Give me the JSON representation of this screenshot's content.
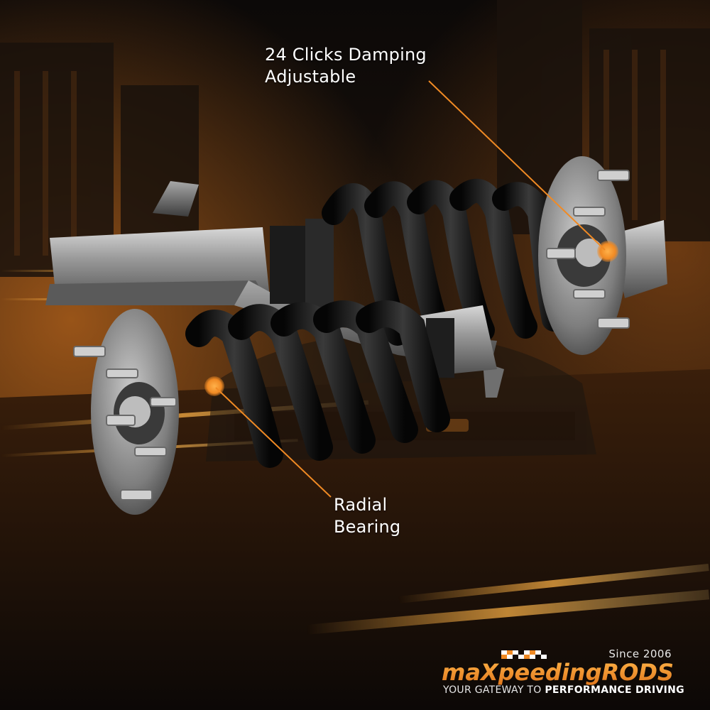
{
  "callouts": {
    "top": {
      "line1": "24 Clicks Damping",
      "line2": "Adjustable"
    },
    "bottom": {
      "line1": "Radial",
      "line2": "Bearing"
    }
  },
  "brand": {
    "logo_text": "maXpeedingRODS",
    "since": "Since 2006",
    "tagline_lead": "YOUR GATEWAY TO",
    "tagline_emphasis": "PERFORMANCE DRIVING"
  },
  "colors": {
    "accent_orange": "#f08a24",
    "background_dark": "#0d0907",
    "spring_black": "#121212",
    "metal_grey": "#8d8d8d"
  }
}
